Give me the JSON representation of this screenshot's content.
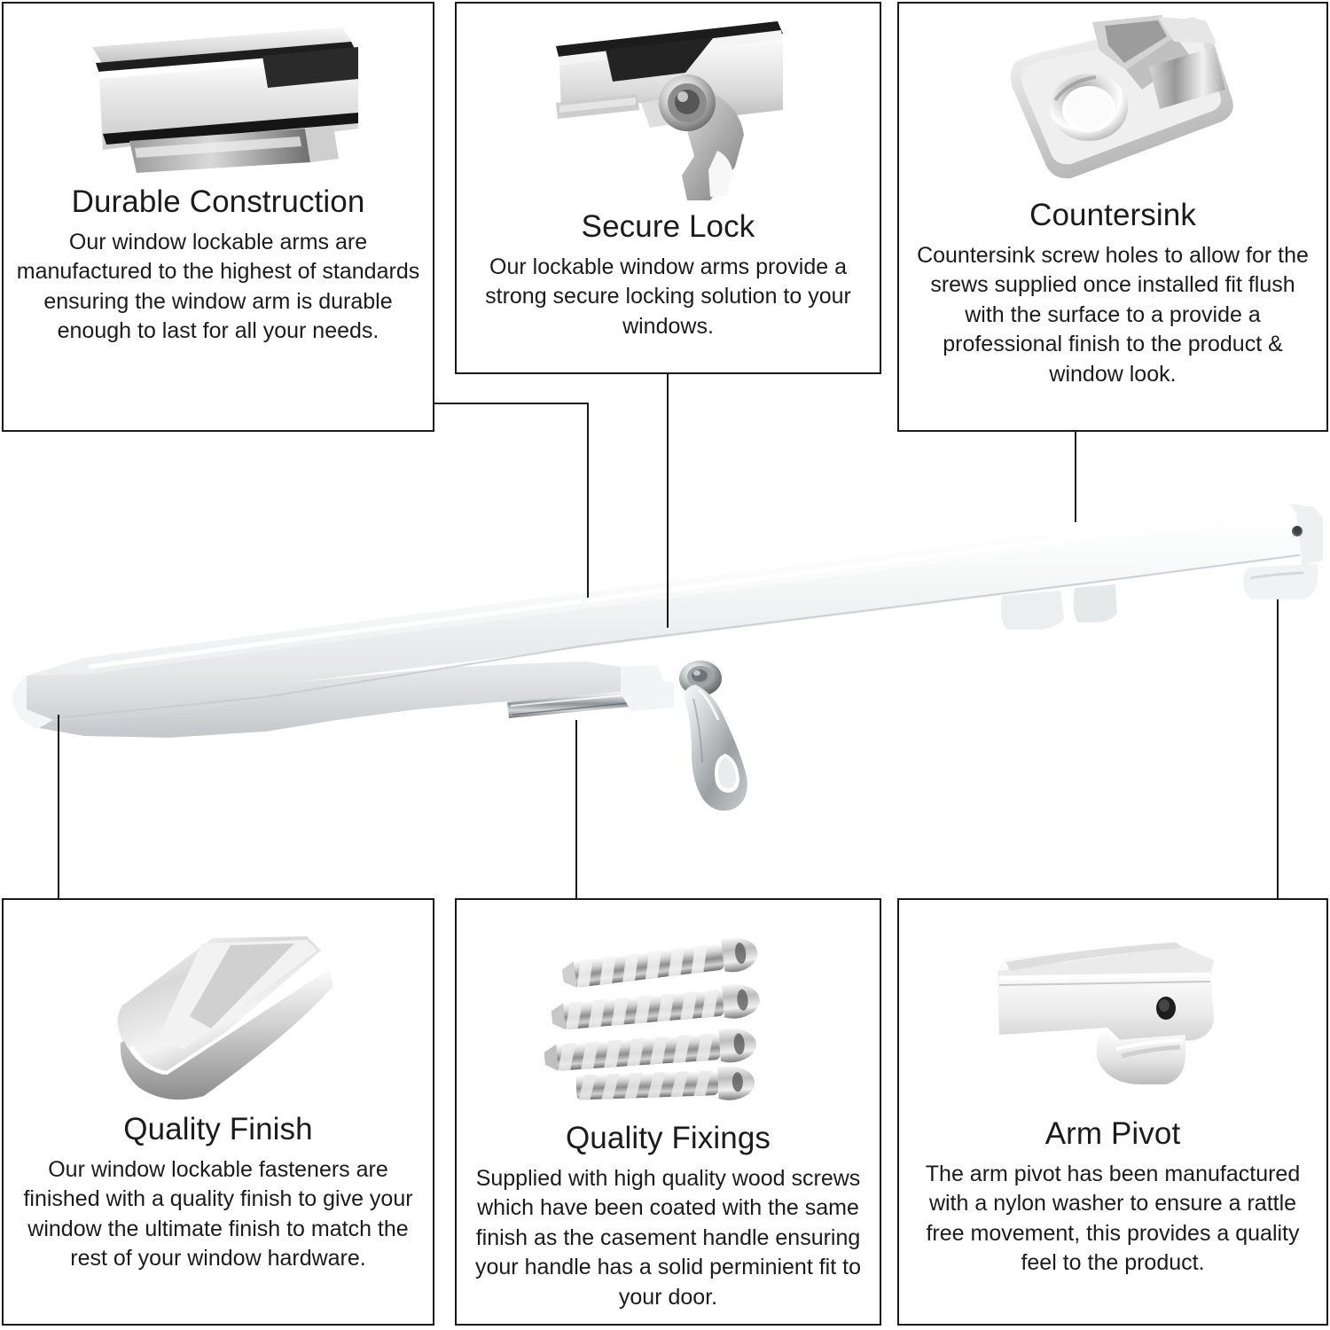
{
  "product": {
    "name": "White lockable casement window arm stay",
    "description": "Long white window arm with chrome lock barrel, key fob, slide guides and pivot end"
  },
  "panels": [
    {
      "id": "durable",
      "icon": "chrome-bar-closeup-photo",
      "title": "Durable Construction",
      "body": "Our window lockable arms are manufactured to the highest of standards ensuring the window arm is durable enough to last for all your needs."
    },
    {
      "id": "lock",
      "icon": "chrome-lock-cam-photo",
      "title": "Secure Lock",
      "body": "Our lockable window arms provide a strong secure locking solution to your windows."
    },
    {
      "id": "countersink",
      "icon": "countersunk-screw-hole-photo",
      "title": "Countersink",
      "body": "Countersink screw holes to allow for the srews supplied once installed fit flush with the surface to a provide a professional finish to the product & window look."
    },
    {
      "id": "finish",
      "icon": "polished-chrome-end-photo",
      "title": "Quality Finish",
      "body": "Our window lockable fasteners are finished with a quality finish to give your window the ultimate finish to match the rest of your window hardware."
    },
    {
      "id": "fixings",
      "icon": "wood-screws-photo",
      "title": "Quality Fixings",
      "body": "Supplied with high quality wood screws which have been coated with the same finish as the casement handle ensuring your handle has a solid perminient fit to your door."
    },
    {
      "id": "pivot",
      "icon": "arm-pivot-end-photo",
      "title": "Arm Pivot",
      "body": "The arm pivot has been manufactured with a nylon washer to ensure a rattle free movement, this provides a quality feel to the product."
    }
  ],
  "colors": {
    "background": "#ffffff",
    "border": "#1a1a1a",
    "text": "#1b1b1b",
    "chrome_light": "#f2f2f2",
    "chrome_mid": "#b9bcbe",
    "chrome_dark": "#4d5154",
    "plastic_white": "#fdfdfd",
    "plastic_shadow": "#d8dadb"
  }
}
